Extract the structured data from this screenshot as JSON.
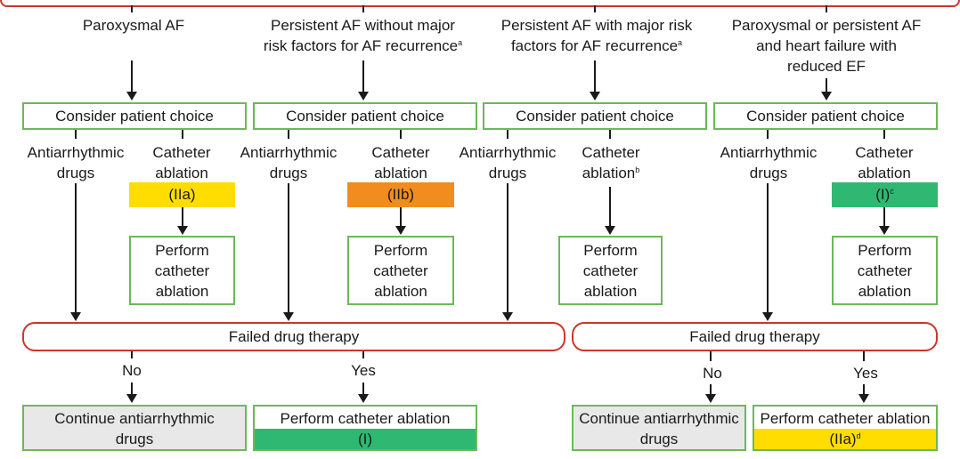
{
  "diagram": {
    "columns": [
      {
        "condition": [
          "Paroxysmal AF"
        ],
        "condition_note": "",
        "choice": "Consider patient choice",
        "drug_label": [
          "Antiarrhythmic",
          "drugs"
        ],
        "ablation_label": [
          "Catheter",
          "ablation"
        ],
        "ablation_note": "",
        "class_label": "(IIa)",
        "class_note": "",
        "class_color": "#ffdd00",
        "perform_label": [
          "Perform",
          "catheter",
          "ablation"
        ]
      },
      {
        "condition": [
          "Persistent AF without major",
          "risk factors for AF recurrence"
        ],
        "condition_note": "a",
        "choice": "Consider patient choice",
        "drug_label": [
          "Antiarrhythmic",
          "drugs"
        ],
        "ablation_label": [
          "Catheter",
          "ablation"
        ],
        "ablation_note": "",
        "class_label": "(IIb)",
        "class_note": "",
        "class_color": "#f28c1e",
        "perform_label": [
          "Perform",
          "catheter",
          "ablation"
        ]
      },
      {
        "condition": [
          "Persistent AF with major risk",
          "factors for AF recurrence"
        ],
        "condition_note": "a",
        "choice": "Consider patient choice",
        "drug_label": [
          "Antiarrhythmic",
          "drugs"
        ],
        "ablation_label": [
          "Catheter",
          "ablation"
        ],
        "ablation_note": "b",
        "class_label": "",
        "class_note": "",
        "class_color": "",
        "perform_label": [
          "Perform",
          "catheter",
          "ablation"
        ]
      },
      {
        "condition": [
          "Paroxysmal or persistent AF",
          "and heart failure with",
          "reduced EF"
        ],
        "condition_note": "",
        "choice": "Consider patient choice",
        "drug_label": [
          "Antiarrhythmic",
          "drugs"
        ],
        "ablation_label": [
          "Catheter",
          "ablation"
        ],
        "ablation_note": "",
        "class_label": "(I)",
        "class_note": "c",
        "class_color": "#2eb872",
        "perform_label": [
          "Perform",
          "catheter",
          "ablation"
        ]
      }
    ],
    "failed_left": "Failed drug therapy",
    "failed_right": "Failed drug therapy",
    "outcomes_left": {
      "no_label": "No",
      "yes_label": "Yes",
      "continue_label": [
        "Continue antiarrhythmic",
        "drugs"
      ],
      "perform_label": "Perform catheter ablation",
      "class_label": "(I)",
      "class_note": "",
      "class_color": "#2eb872"
    },
    "outcomes_right": {
      "no_label": "No",
      "yes_label": "Yes",
      "continue_label": [
        "Continue antiarrhythmic",
        "drugs"
      ],
      "perform_label": "Perform catheter ablation",
      "class_label": "(IIa)",
      "class_note": "d",
      "class_color": "#ffdd00"
    },
    "colors": {
      "box_border": "#6cb85a",
      "pill_border": "#c8382b",
      "grey_fill": "#e8e8e8",
      "class_I": "#2eb872",
      "class_IIa": "#ffdd00",
      "class_IIb": "#f28c1e"
    }
  }
}
